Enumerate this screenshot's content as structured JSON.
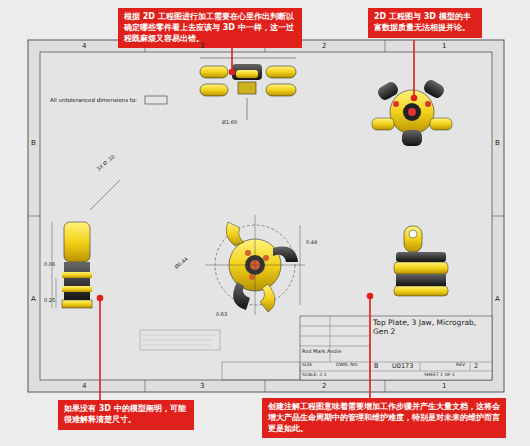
{
  "diagram": {
    "nodes": [
      {
        "text": [
          "根据 2D 工程图进行加工需要在心里作出判断以确定哪些零件看上去应该与 3D 中一样，这一过程既麻烦又容易出错。"
        ]
      },
      {
        "text": [
          "2D 工程图与 3D 模型的丰富数据质量无法相提并论。"
        ]
      },
      {
        "text": [
          "如果没有 3D 中的模型阐明，可能很难解释清楚尺寸。"
        ]
      },
      {
        "text": [
          "创建注解工程图意味着需要增加工作步骤并产生大量文档，这将会增大产品生命周期中的管理和维护难度，特别是对未来的维护而言更是如此。"
        ]
      }
    ],
    "labels": [
      "4",
      "3",
      "2",
      "1",
      "4",
      "3",
      "2",
      "1",
      "B",
      "A",
      "B",
      "A",
      "All untoleranced dimensions to:",
      "Ø1.60",
      "Ø0.44",
      "3X Ø .10",
      "0.44",
      "0.63",
      "0.25",
      "0.06",
      "Top Plate, 3 Jaw, Micrograb, Gen 2",
      "U0173",
      "B",
      "2",
      "SIZE",
      "DWG. NO.",
      "REV",
      "SCALE: 2:1",
      "SHEET 1 OF 1",
      "Rod Mark Andie"
    ]
  }
}
